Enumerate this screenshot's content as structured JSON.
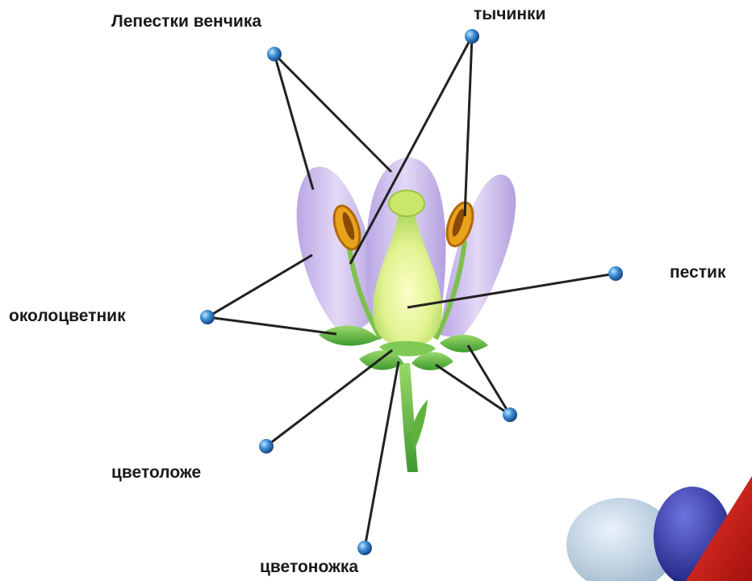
{
  "labels": {
    "corolla_petals": "Лепестки венчика",
    "stamens": "тычинки",
    "pistil": "пестик",
    "perianth": "околоцветник",
    "receptacle": "цветоложе",
    "pedicel": "цветоножка"
  },
  "colors": {
    "petal": "#c8b6ea",
    "leaf": "#6cc04a",
    "pistil": "#d8ee7a",
    "anther": "#e8a21c",
    "pin": "#2a78c8",
    "line": "#222222"
  }
}
